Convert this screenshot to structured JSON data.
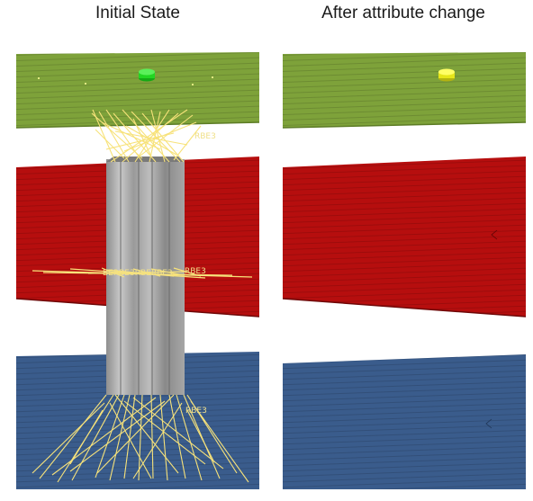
{
  "titles": {
    "left": "Initial State",
    "right": "After attribute change"
  },
  "colors": {
    "plate_top": "#7ea23a",
    "plate_middle": "#b60e0e",
    "plate_bottom": "#3a5c8c",
    "marker_initial": "#22d622",
    "marker_after": "#e6e61a",
    "rbe_lines": "#f7e27a",
    "bolt": "#a8a8a8"
  },
  "left_panel": {
    "rbe_labels": [
      "RBE3",
      "BERBE3RBERBE3",
      "RBE3",
      "RBE3"
    ]
  }
}
